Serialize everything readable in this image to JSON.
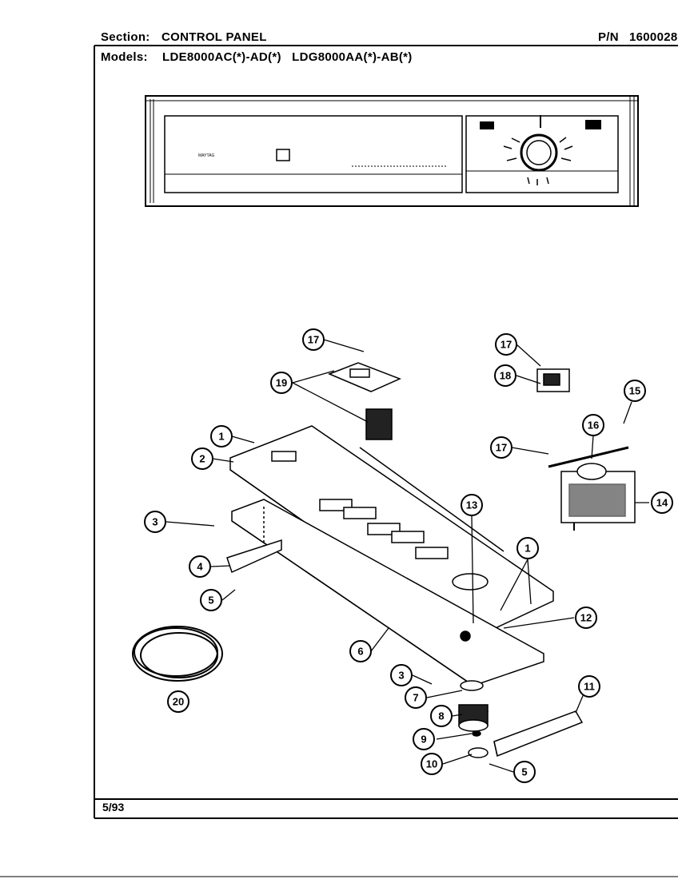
{
  "header": {
    "section_label": "Section:",
    "section_value": "CONTROL PANEL",
    "part_number_label": "P/N",
    "part_number_value": "1600028",
    "models_label": "Models:",
    "models_value": "LDE8000AC(*)-AD(*)   LDG8000AA(*)-AB(*)"
  },
  "footer": {
    "date": "5/93"
  },
  "callouts": [
    "1",
    "2",
    "3",
    "4",
    "5",
    "6",
    "7",
    "8",
    "9",
    "10",
    "11",
    "12",
    "13",
    "14",
    "15",
    "16",
    "17",
    "18",
    "19",
    "20"
  ]
}
